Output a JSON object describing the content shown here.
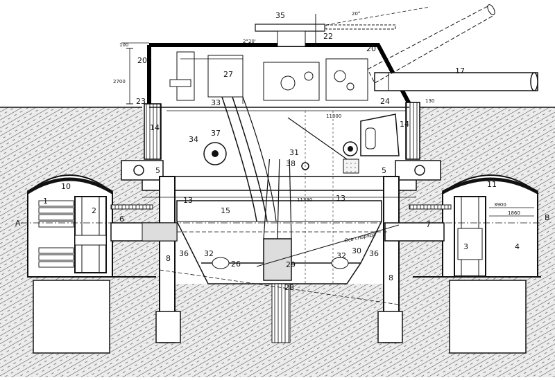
{
  "callouts": {
    "n1": "1",
    "n2": "2",
    "n3": "3",
    "n4": "4",
    "n5": "5",
    "n6": "6",
    "n7": "7",
    "n8": "8",
    "n10": "10",
    "n11": "11",
    "n13": "13",
    "n14": "14",
    "n15": "15",
    "n17": "17",
    "n20": "20",
    "n22": "22",
    "n23": "23",
    "n24": "24",
    "n26": "26",
    "n27": "27",
    "n28": "28",
    "n29": "29",
    "n30": "30",
    "n31": "31",
    "n32": "32",
    "n33": "33",
    "n34": "34",
    "n35": "35",
    "n36": "36",
    "n37": "37",
    "n38": "38"
  },
  "dims": {
    "d2700": "2700",
    "d100": "100",
    "d130": "130",
    "d11330": "11330",
    "d11300": "11300",
    "d3900": "3900",
    "d1860": "1860",
    "a20": "20°",
    "a220": "2°20'",
    "sA": "A",
    "sB": "B"
  },
  "annotations": {
    "axis_label": "Ось снаряда"
  },
  "colors": {
    "ink": "#111111",
    "paper": "#ffffff",
    "earth": "#e9e9e9",
    "armor": "#000000"
  }
}
